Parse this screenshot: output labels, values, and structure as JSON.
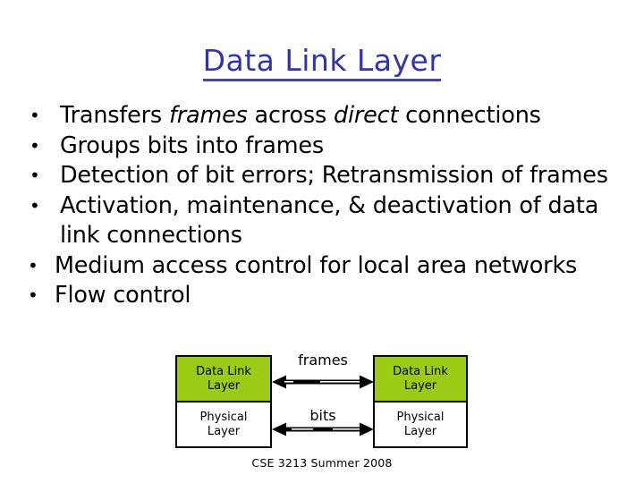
{
  "slide": {
    "title": "Data Link Layer",
    "title_color": "#3333AA",
    "background_color": "#ffffff",
    "accent_green": "#9BCB14"
  },
  "bullets": [
    {
      "marker": "•",
      "segments": [
        {
          "text": "Transfers ",
          "italic": false
        },
        {
          "text": "frames",
          "italic": true
        },
        {
          "text": " across ",
          "italic": false
        },
        {
          "text": "direct",
          "italic": true
        },
        {
          "text": " connections",
          "italic": false
        }
      ],
      "plain": "Transfers frames across direct connections"
    },
    {
      "marker": "•",
      "segments": [
        {
          "text": "Groups bits into frames",
          "italic": false
        }
      ],
      "plain": "Groups bits into frames"
    },
    {
      "marker": "•",
      "segments": [
        {
          "text": "Detection of bit errors;  Retransmission of frames",
          "italic": false
        }
      ],
      "plain": "Detection of bit errors;  Retransmission of frames"
    },
    {
      "marker": "•",
      "segments": [
        {
          "text": "Activation, maintenance, & deactivation of data link connections",
          "italic": false
        }
      ],
      "plain": "Activation, maintenance, & deactivation of data link connections"
    },
    {
      "marker": "•",
      "segments": [
        {
          "text": "Medium access control for local area networks",
          "italic": false
        }
      ],
      "plain": "Medium access control for local area networks"
    },
    {
      "marker": "•",
      "segments": [
        {
          "text": "Flow control",
          "italic": false
        }
      ],
      "plain": "Flow control"
    }
  ],
  "diagram": {
    "left_stack": {
      "top_box": {
        "line1": "Data Link",
        "line2": "Layer",
        "fill": "#9BCB14"
      },
      "bottom_box": {
        "line1": "Physical",
        "line2": "Layer",
        "fill": "#ffffff"
      }
    },
    "right_stack": {
      "top_box": {
        "line1": "Data Link",
        "line2": "Layer",
        "fill": "#9BCB14"
      },
      "bottom_box": {
        "line1": "Physical",
        "line2": "Layer",
        "fill": "#ffffff"
      }
    },
    "arrows": [
      {
        "label": "frames",
        "direction": "bidirectional"
      },
      {
        "label": "bits",
        "direction": "bidirectional"
      }
    ]
  },
  "footer": {
    "text": "CSE 3213 Summer 2008"
  }
}
